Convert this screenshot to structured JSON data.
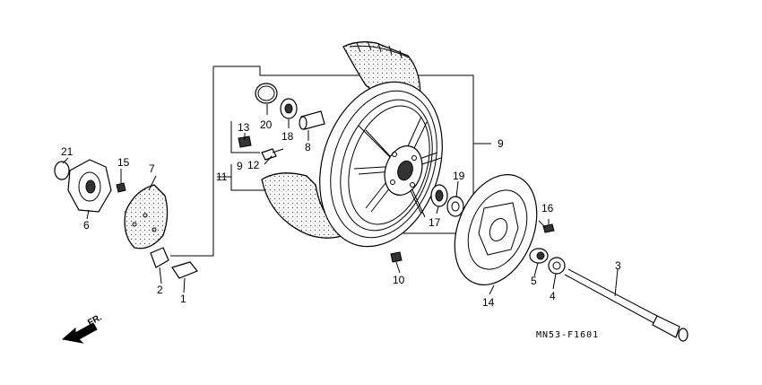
{
  "diagram": {
    "code": "MN53-F1601",
    "direction_label": "FR.",
    "parts": [
      {
        "no": "1"
      },
      {
        "no": "2"
      },
      {
        "no": "3"
      },
      {
        "no": "4"
      },
      {
        "no": "5"
      },
      {
        "no": "6"
      },
      {
        "no": "7"
      },
      {
        "no": "8"
      },
      {
        "no": "9"
      },
      {
        "no": "9"
      },
      {
        "no": "10"
      },
      {
        "no": "11"
      },
      {
        "no": "12"
      },
      {
        "no": "13"
      },
      {
        "no": "14"
      },
      {
        "no": "15"
      },
      {
        "no": "16"
      },
      {
        "no": "17"
      },
      {
        "no": "18"
      },
      {
        "no": "19"
      },
      {
        "no": "20"
      },
      {
        "no": "21"
      }
    ]
  }
}
